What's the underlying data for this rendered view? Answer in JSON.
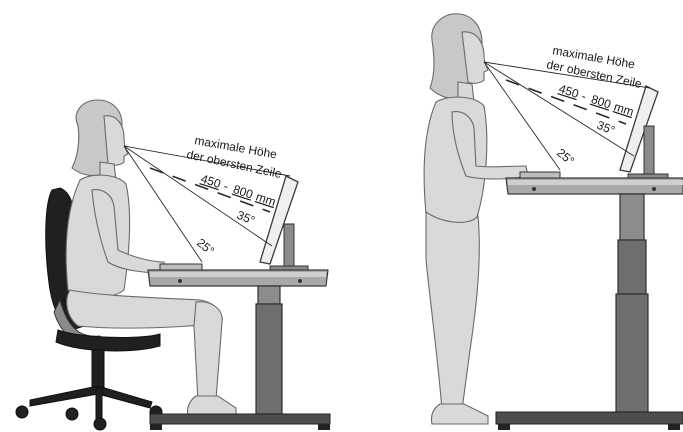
{
  "left_figure": {
    "label_max_height_line1": "maximale Höhe",
    "label_max_height_line2": "der obersten Zeile",
    "label_distance_a": "450",
    "label_distance_sep": "-",
    "label_distance_b": "800",
    "label_distance_unit": "mm",
    "label_angle_35": "35°",
    "label_angle_25": "25°"
  },
  "right_figure": {
    "label_max_height_line1": "maximale Höhe",
    "label_max_height_line2": "der obersten Zeile",
    "label_distance_a": "450",
    "label_distance_sep": "-",
    "label_distance_b": "800",
    "label_distance_unit": "mm",
    "label_angle_35": "35°",
    "label_angle_25": "25°"
  }
}
